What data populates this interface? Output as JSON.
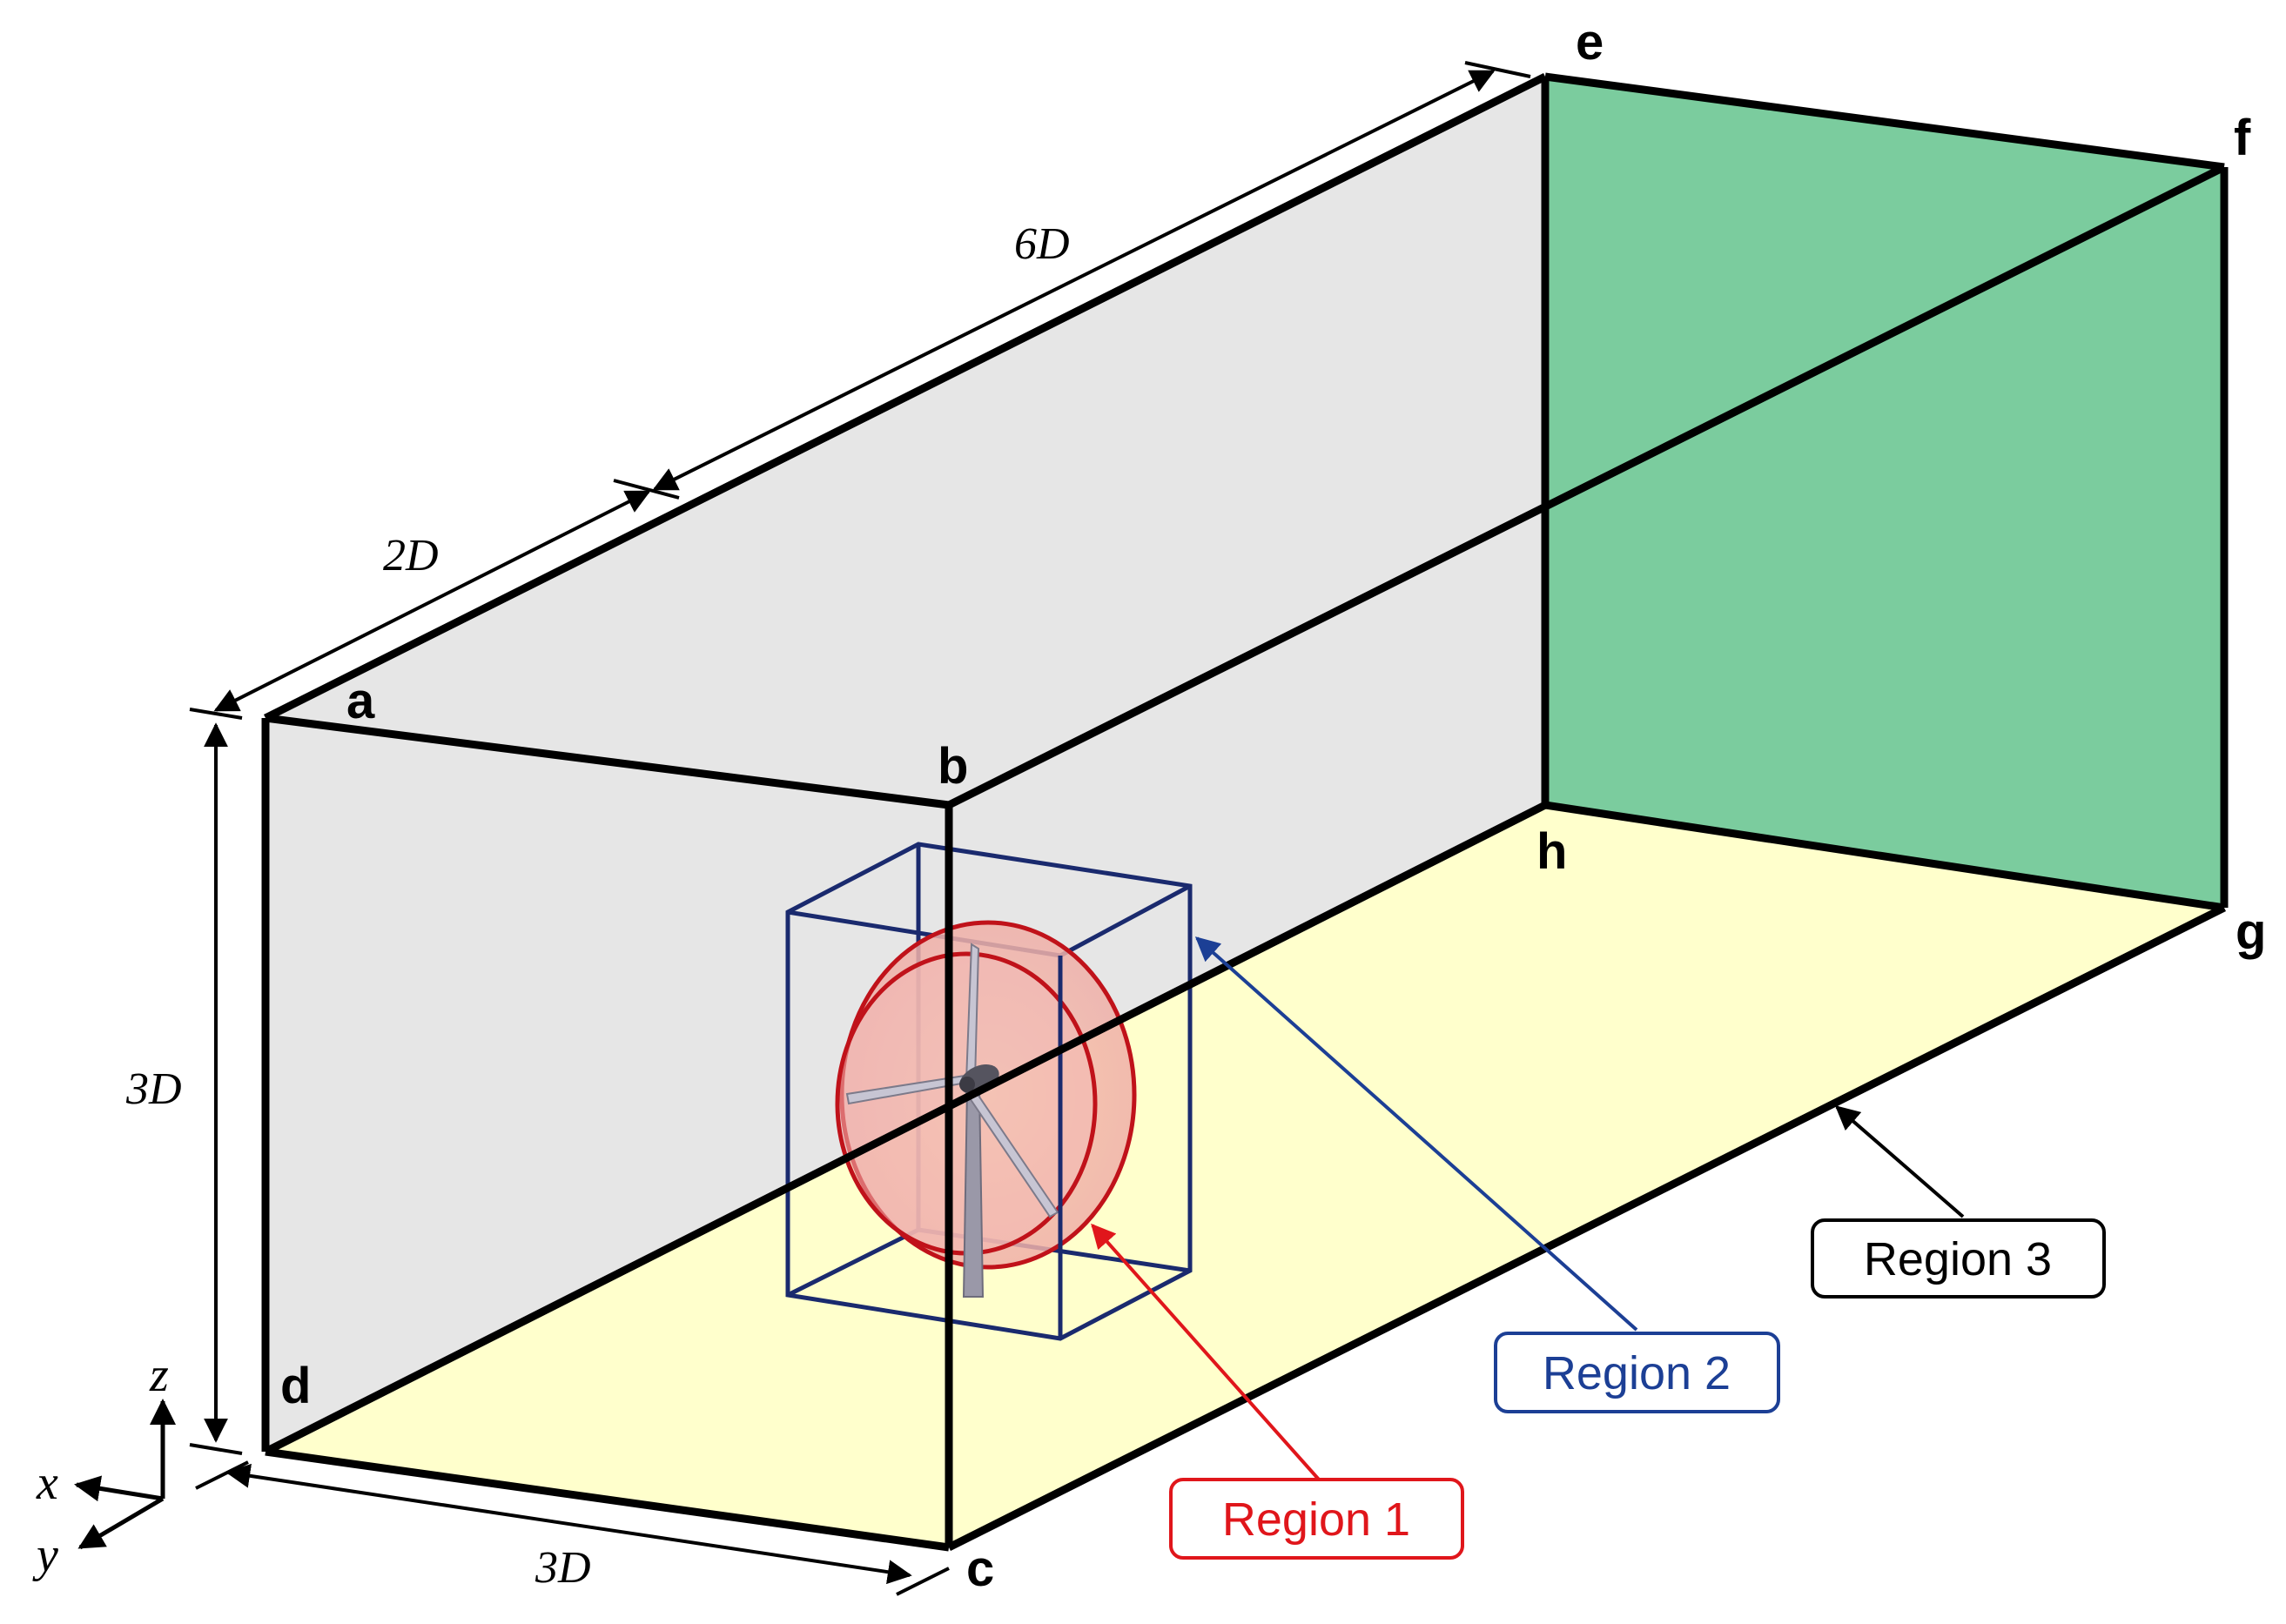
{
  "vertices": {
    "a": "a",
    "b": "b",
    "c": "c",
    "d": "d",
    "e": "e",
    "f": "f",
    "g": "g",
    "h": "h"
  },
  "dimensions": {
    "height": "3D",
    "upstream": "2D",
    "downstream": "6D",
    "width": "3D"
  },
  "axes": {
    "x": "x",
    "y": "y",
    "z": "z"
  },
  "regions": [
    {
      "label": "Region 1",
      "color": "#e0161b"
    },
    {
      "label": "Region 2",
      "color": "#1c3f95"
    },
    {
      "label": "Region 3",
      "color": "#000000"
    }
  ],
  "colors": {
    "side_wall": "#e6e6e6",
    "floor": "#ffffcc",
    "outlet": "#7bcc9e",
    "edges": "#000000",
    "region2_box": "#1a2a6e",
    "region1_disk": "#c0121a"
  }
}
